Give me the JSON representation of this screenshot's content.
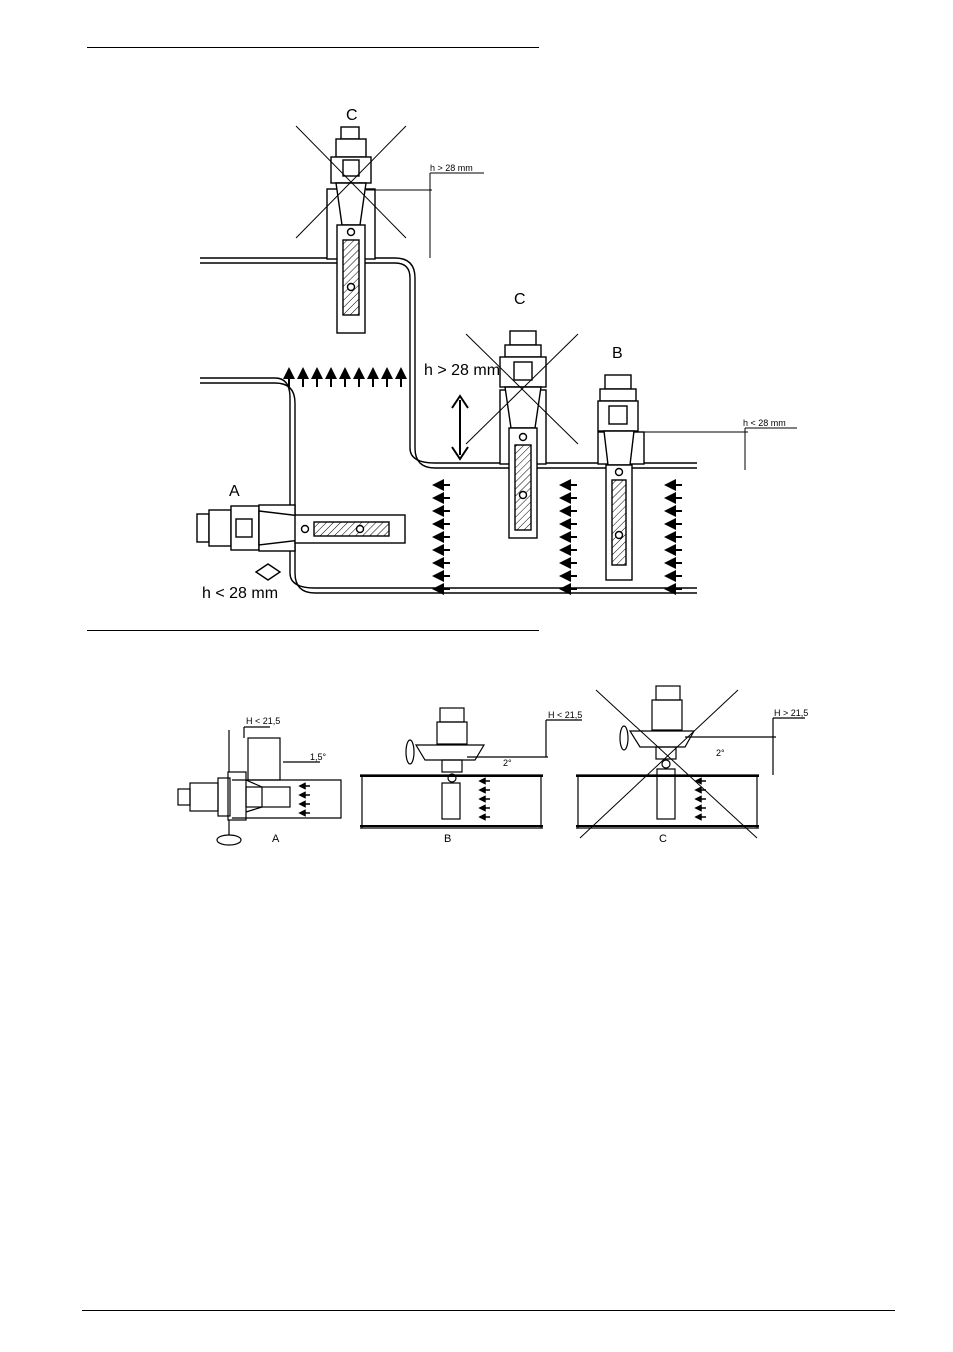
{
  "figure1": {
    "label_c_top": "C",
    "label_c_mid": "C",
    "label_b": "B",
    "label_a": "A",
    "dim_top_right": "h > 28 mm",
    "dim_mid": "h > 28 mm",
    "dim_b_right": "h < 28 mm",
    "dim_a_bottom": "h < 28 mm"
  },
  "figure2": {
    "dim_a": "H < 21,5",
    "dim_b": "H < 21,5",
    "dim_c": "H > 21,5",
    "angle_a": "1,5°",
    "angle_b": "2°",
    "angle_c": "2°",
    "label_a": "A",
    "label_b": "B",
    "label_c": "C"
  }
}
